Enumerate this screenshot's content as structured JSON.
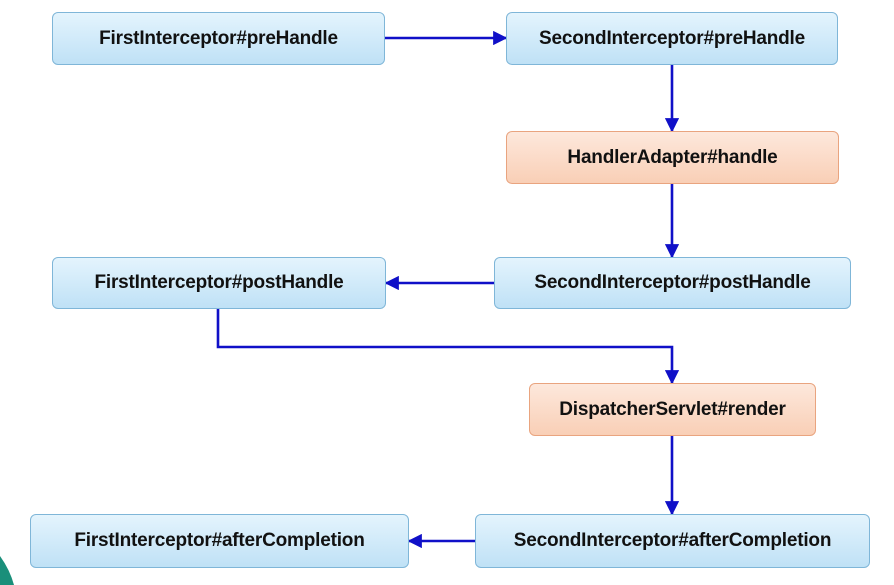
{
  "nodes": {
    "first_pre": "FirstInterceptor#preHandle",
    "second_pre": "SecondInterceptor#preHandle",
    "adapter_handle": "HandlerAdapter#handle",
    "second_post": "SecondInterceptor#postHandle",
    "first_post": "FirstInterceptor#postHandle",
    "dispatcher_render": "DispatcherServlet#render",
    "second_after": "SecondInterceptor#afterCompletion",
    "first_after": "FirstInterceptor#afterCompletion"
  },
  "colors": {
    "interceptor_fill": "#cfe9f9",
    "core_fill": "#fbdccb",
    "arrow": "#1010c8",
    "corner_accent": "#1a8f7a"
  }
}
